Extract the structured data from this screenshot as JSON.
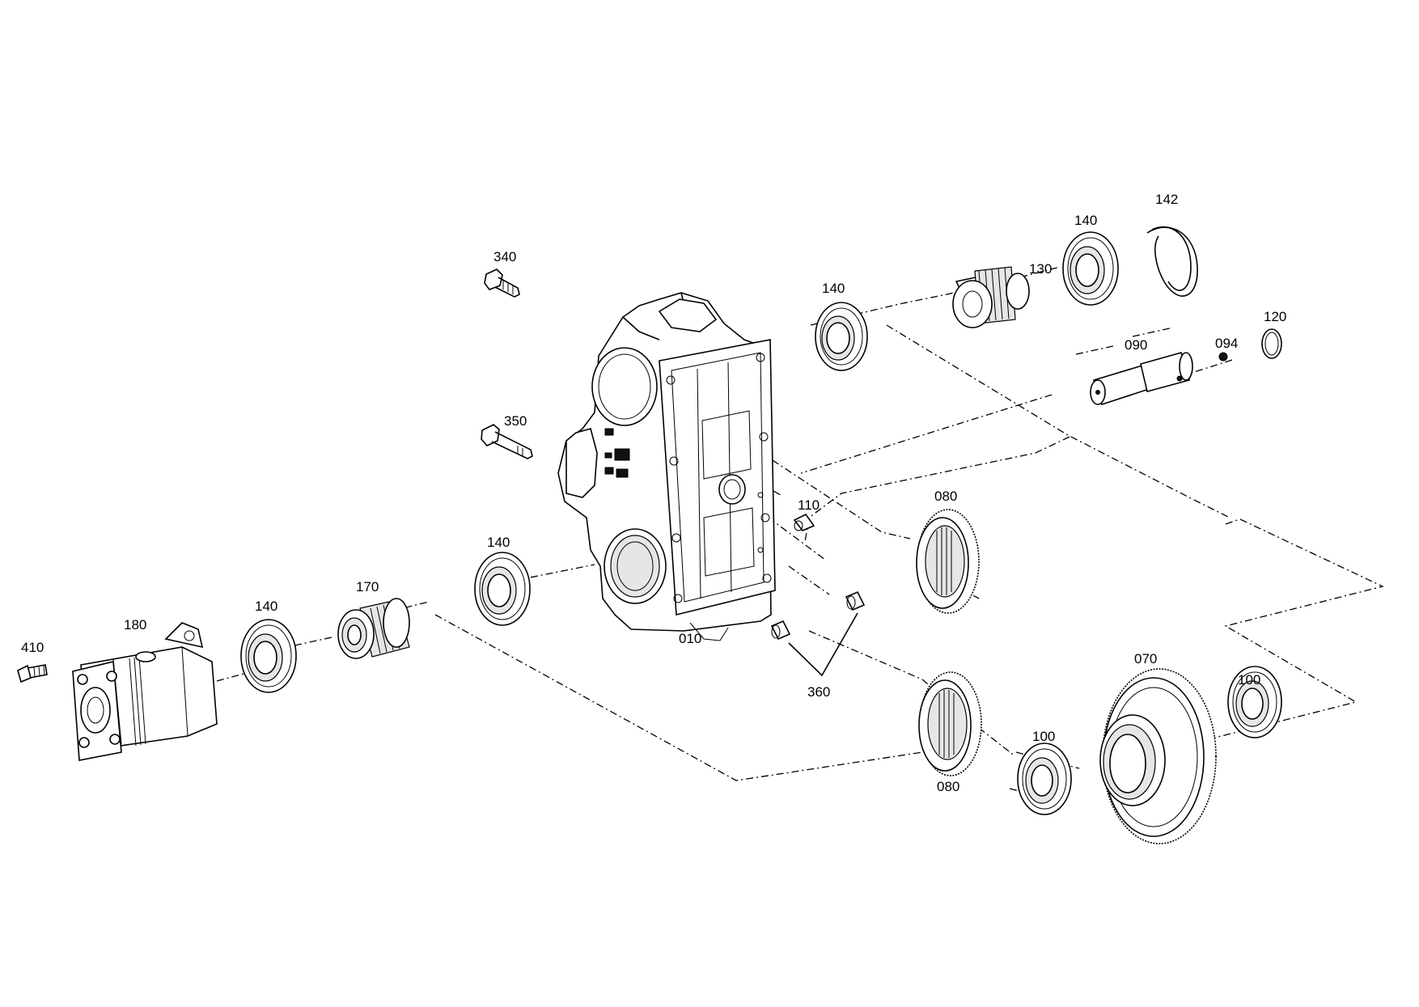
{
  "diagram": {
    "labels": {
      "p010": "010",
      "p070": "070",
      "p080_top": "080",
      "p080_bottom": "080",
      "p090": "090",
      "p094": "094",
      "p100_left": "100",
      "p100_right": "100",
      "p110": "110",
      "p120": "120",
      "p130": "130",
      "p140_top_right": "140",
      "p140_upper_mid": "140",
      "p140_lower_mid": "140",
      "p140_left": "140",
      "p142": "142",
      "p170": "170",
      "p180": "180",
      "p340": "340",
      "p350": "350",
      "p360": "360",
      "p410": "410"
    }
  }
}
